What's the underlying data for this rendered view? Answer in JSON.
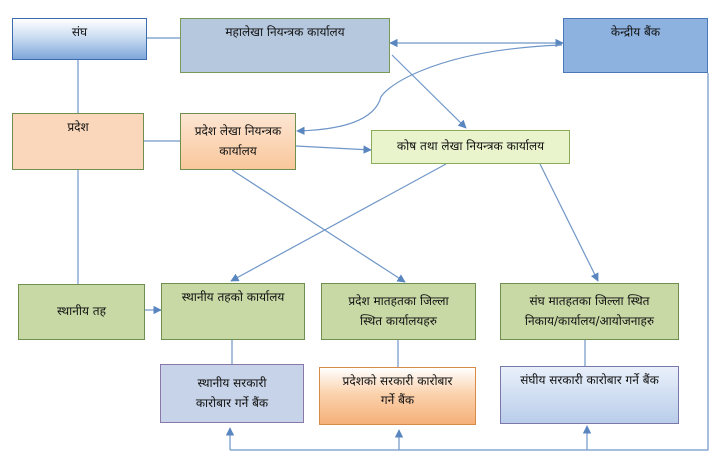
{
  "boxes": {
    "sangh": "संघ",
    "mahalekha": "महालेखा नियन्त्रक कार्यालय",
    "kendriya_bank": "केन्द्रीय बैंक",
    "pradesh": "प्रदेश",
    "pradesh_lekha": "प्रदेश लेखा नियन्त्रक कार्यालय",
    "kosh": "कोष तथा लेखा नियन्त्रक कार्यालय",
    "sthaniya_tah": "स्थानीय तह",
    "sthaniya_karyalaya": "स्थानीय तहको कार्यालय",
    "pradesh_jilla": "प्रदेश मातहतका जिल्ला स्थित कार्यालयहरु",
    "sangh_jilla": "संघ मातहतका जिल्ला स्थित निकाय/कार्यालय/आयोजनाहरु",
    "sthaniya_bank": "स्थानीय सरकारी कारोबार गर्ने बैंक",
    "pradesh_bank": "प्रदेशको सरकारी कारोबार गर्ने बैंक",
    "sangh_bank": "संघीय सरकारी कारोबार गर्ने बैंक"
  }
}
